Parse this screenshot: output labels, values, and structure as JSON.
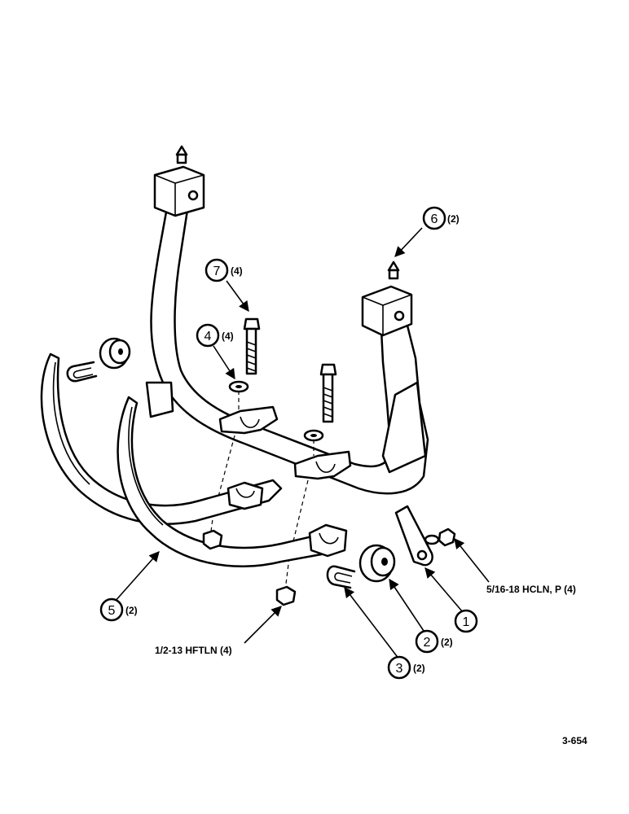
{
  "callouts": [
    {
      "number": "6",
      "qty": "(2)"
    },
    {
      "number": "7",
      "qty": "(4)"
    },
    {
      "number": "4",
      "qty": "(4)"
    },
    {
      "number": "5",
      "qty": "(2)"
    },
    {
      "number": "1",
      "qty": ""
    },
    {
      "number": "2",
      "qty": "(2)"
    },
    {
      "number": "3",
      "qty": "(2)"
    }
  ],
  "labels": {
    "hcln": "5/16-18 HCLN, P (4)",
    "hftln": "1/2-13 HFTLN (4)",
    "figure_id": "3-654"
  }
}
